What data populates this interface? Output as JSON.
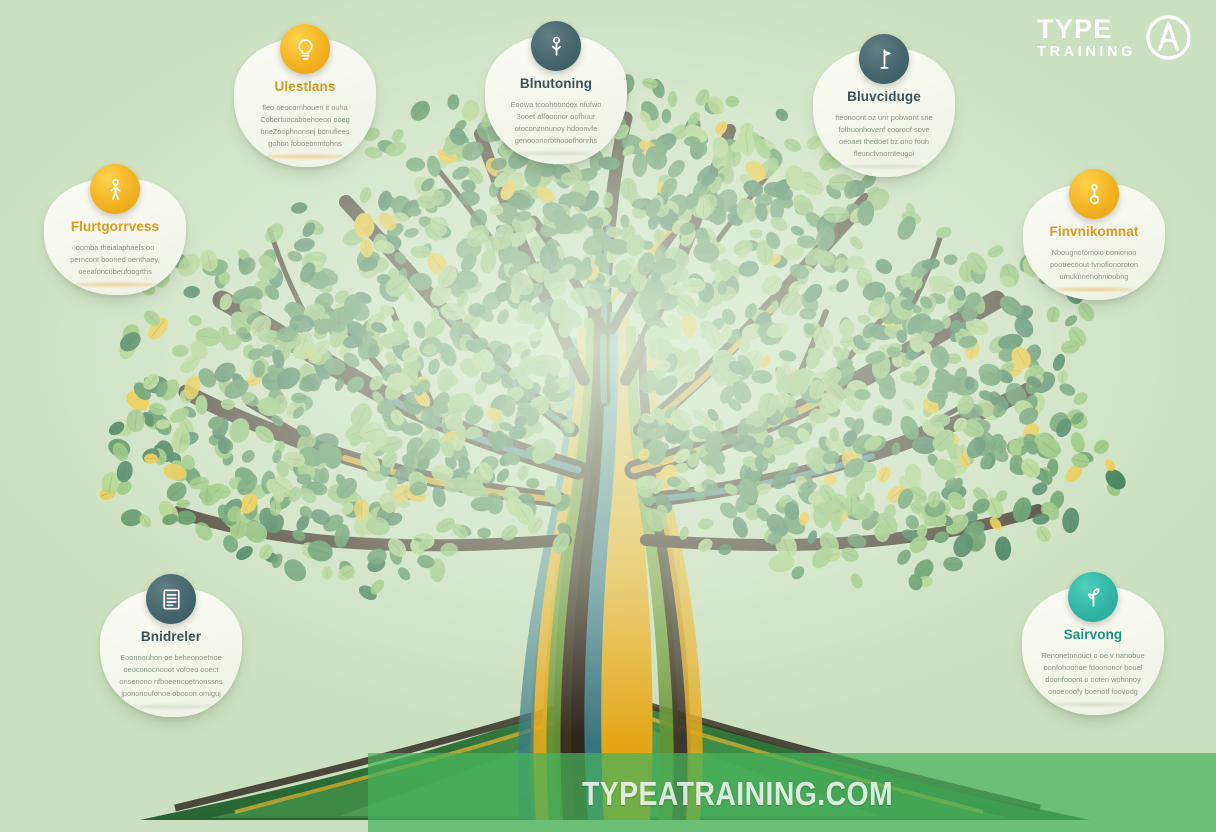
{
  "background": {
    "color": "#cbe0bf",
    "glow_color": "#e8f3e2"
  },
  "artwork": {
    "name": "stylized-growth-tree",
    "description": "Flat-illustration tree with multicolor striped trunk and rounded leaf canopy",
    "palette": {
      "trunk_dark": "#3b2f23",
      "trunk_gold": "#eeb42a",
      "trunk_green": "#7aa83c",
      "trunk_teal": "#4a8f9a",
      "leaf_dark": "#2e7048",
      "leaf_mid": "#4a8a52",
      "leaf_light": "#8cc070",
      "leaf_pale": "#a9cf83",
      "leaf_accent": "#f0c22c"
    }
  },
  "cards": [
    {
      "id": "card-0",
      "title": "Flurtgorrvess",
      "icon_name": "growth-person-icon",
      "icon_color": "#f2b222",
      "icon_theme": "gold",
      "body_lines": [
        "oomba theialaphaels oo",
        "perncont booned oenthaey,",
        "oeeafoncubeufoogrths"
      ]
    },
    {
      "id": "card-1",
      "title": "Ulestlans",
      "icon_name": "idea-bulb-icon",
      "icon_color": "#f2b222",
      "icon_theme": "gold",
      "body_lines": [
        "fleo aeocornhouen it ouha",
        "Coberfuocaboehoeon ooeg",
        "bneZoophnonsnj bonufiees",
        "gohon foboeonmtohns"
      ]
    },
    {
      "id": "card-2",
      "title": "Blnutoning",
      "icon_name": "mentor-icon",
      "icon_color": "#46666d",
      "icon_theme": "slate",
      "body_lines": [
        "Eoowa tcoohoonoox nfufwo",
        "3ooet affoonnor oofhuur",
        "otoconznounoy hdoonvfe",
        "genooonorbthooofhonrhs"
      ]
    },
    {
      "id": "card-3",
      "title": "Bluvciduge",
      "icon_name": "achievement-icon",
      "icon_color": "#46666d",
      "icon_theme": "slate",
      "body_lines": [
        "fteonoont oz unr pobwont sne",
        "fofhuonhovenf cooroof sove",
        "oeoaet thedoet bz ono fouh",
        "fleuncfvnornteugoi"
      ]
    },
    {
      "id": "card-4",
      "title": "Finvnikomnat",
      "icon_name": "growth-person-icon",
      "icon_color": "#f2b222",
      "icon_theme": "gold",
      "body_lines": [
        "Nbougnotomoio oonionoo",
        "pootrecoout fvnofionoroton",
        "umuknnenohnioobng"
      ]
    },
    {
      "id": "card-5",
      "title": "Bnidreler",
      "icon_name": "document-checklist-icon",
      "icon_color": "#3a5a60",
      "icon_theme": "slate",
      "body_lines": [
        "Eoonnouhon oe beheonoetnoe",
        "oeoconocnooot vofoeo ooect",
        "onsenono nfboeenooetnonssns",
        "jpononoufonoe obooon omiguj"
      ]
    },
    {
      "id": "card-6",
      "title": "Sairvong",
      "icon_name": "sprout-icon",
      "icon_color": "#33b5a6",
      "icon_theme": "teal",
      "body_lines": [
        "Renonetnnouct o oe v nanobue",
        "oonfohoonoe fdoononor bouel",
        "doonfooont o ooten wohnnoy",
        "onoeooofy boenotf foovodg"
      ]
    }
  ],
  "banner": {
    "background_color": "#47b25b",
    "watermark": "TYPEATRAINING.COM",
    "logo": {
      "line1": "TYPE",
      "line2": "TRAINING",
      "mark_name": "circled-a-monogram",
      "color": "#ffffff"
    }
  }
}
